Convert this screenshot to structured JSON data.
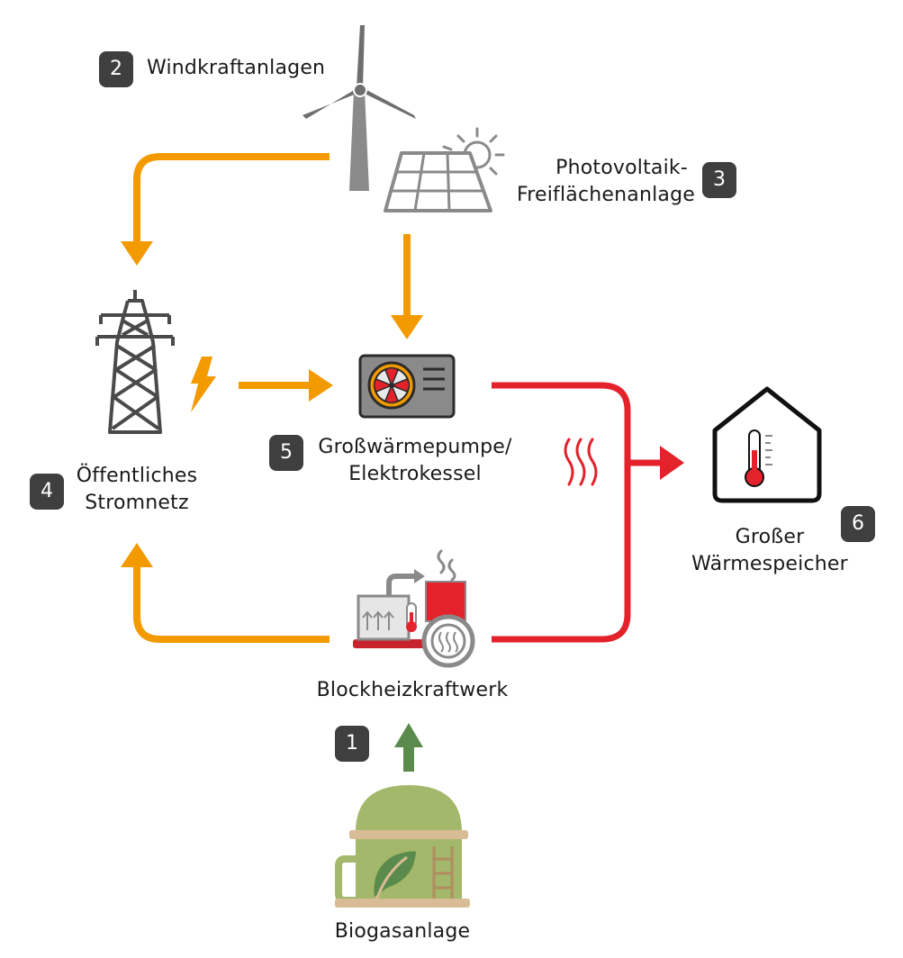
{
  "colors": {
    "orange": "#f29a00",
    "red": "#e3222b",
    "green": "#5b8b4c",
    "gray": "#8a8a8a",
    "dark": "#3f3f3f",
    "biogas_green": "#a3b86a",
    "biogas_beige": "#d8bc96"
  },
  "nodes": {
    "biogas": {
      "badge": "1",
      "label": "Biogasanlage",
      "icon": "biogas-plant-icon"
    },
    "wind": {
      "badge": "2",
      "label": "Windkraftanlagen",
      "icon": "wind-turbine-icon"
    },
    "pv": {
      "badge": "3",
      "label_line1": "Photovoltaik-",
      "label_line2": "Freiflächenanlage",
      "icon": "solar-panel-icon"
    },
    "grid": {
      "badge": "4",
      "label_line1": "Öffentliches",
      "label_line2": "Stromnetz",
      "icon": "power-pylon-icon"
    },
    "heatpump": {
      "badge": "5",
      "label_line1": "Großwärmepumpe/",
      "label_line2": "Elektrokessel",
      "icon": "heat-pump-icon"
    },
    "storage": {
      "badge": "6",
      "label_line1": "Großer",
      "label_line2": "Wärmespeicher",
      "icon": "house-thermometer-icon"
    },
    "chp": {
      "label": "Blockheizkraftwerk",
      "icon": "chp-plant-icon"
    }
  },
  "flows": [
    {
      "from": "wind",
      "to": "grid",
      "kind": "electricity"
    },
    {
      "from": "pv",
      "to": "heatpump",
      "kind": "electricity"
    },
    {
      "from": "grid",
      "to": "heatpump",
      "kind": "electricity"
    },
    {
      "from": "chp",
      "to": "grid",
      "kind": "electricity"
    },
    {
      "from": "heatpump",
      "to": "storage",
      "kind": "heat"
    },
    {
      "from": "chp",
      "to": "storage",
      "kind": "heat"
    },
    {
      "from": "biogas",
      "to": "chp",
      "kind": "biogas"
    }
  ]
}
